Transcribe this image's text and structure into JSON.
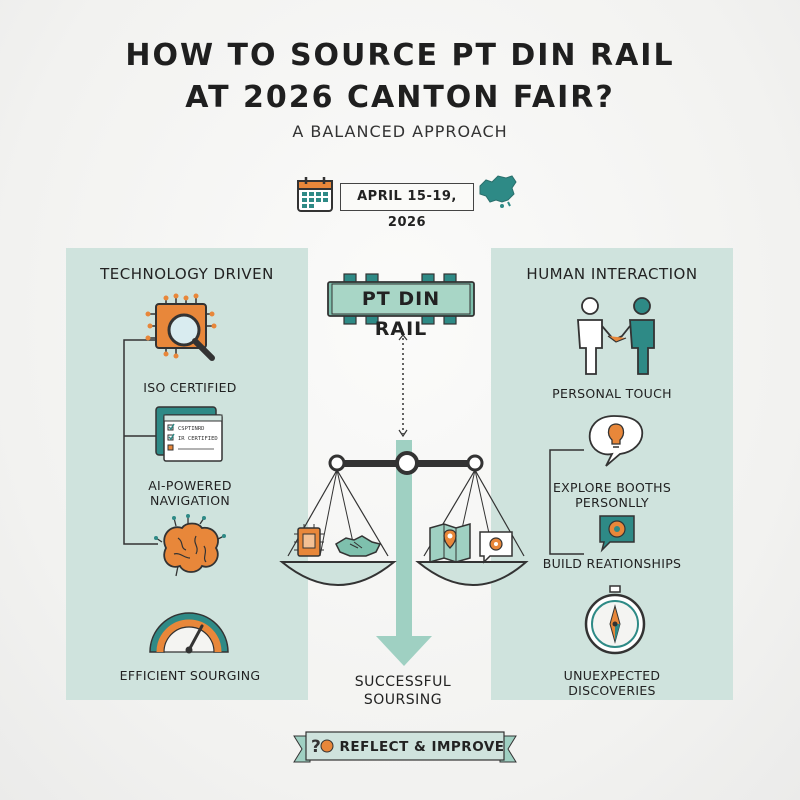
{
  "header": {
    "title_line1": "HOW TO SOURCE PT DIN RAIL",
    "title_line2": "AT 2026 CANTON FAIR?",
    "subtitle": "A BALANCED APPROACH",
    "date": "APRIL 15-19, 2026"
  },
  "center": {
    "chip_label": "PT DIN RAIL",
    "result_line1": "SUCCESSFUL",
    "result_line2": "SOURSING"
  },
  "left_panel": {
    "title": "TECHNOLOGY DRIVEN",
    "items": [
      {
        "label": "ISO CERTIFIED",
        "icon": "magnifier-chip-icon"
      },
      {
        "label_line1": "AI-POWERED",
        "label_line2": "NAVIGATION",
        "icon": "certificate-window-icon"
      },
      {
        "label": "EFFICIENT SOURGING",
        "icon": "gauge-icon"
      }
    ],
    "window_lines": [
      "CSPTINRD",
      "IR CERTIFIED"
    ]
  },
  "right_panel": {
    "title": "HUMAN INTERACTION",
    "items": [
      {
        "label": "PERSONAL TOUCH",
        "icon": "handshake-people-icon"
      },
      {
        "label_line1": "EXPLORE BOOTHS",
        "label_line2": "PERSONLLY",
        "icon": "lightbulb-bubble-icon"
      },
      {
        "label": "BUILD REATIONSHIPS",
        "icon": "gear-bubble-icon"
      },
      {
        "label": "UNUEXPECTED DISCOVERIES",
        "icon": "compass-icon"
      }
    ]
  },
  "footer": {
    "ribbon_label": "REFLECT & IMPROVE",
    "ribbon_icon": "question-brain-icon"
  },
  "colors": {
    "panel": "#cfe3dd",
    "teal": "#2e8a86",
    "orange": "#e8873a",
    "dark": "#2b2b2b"
  }
}
